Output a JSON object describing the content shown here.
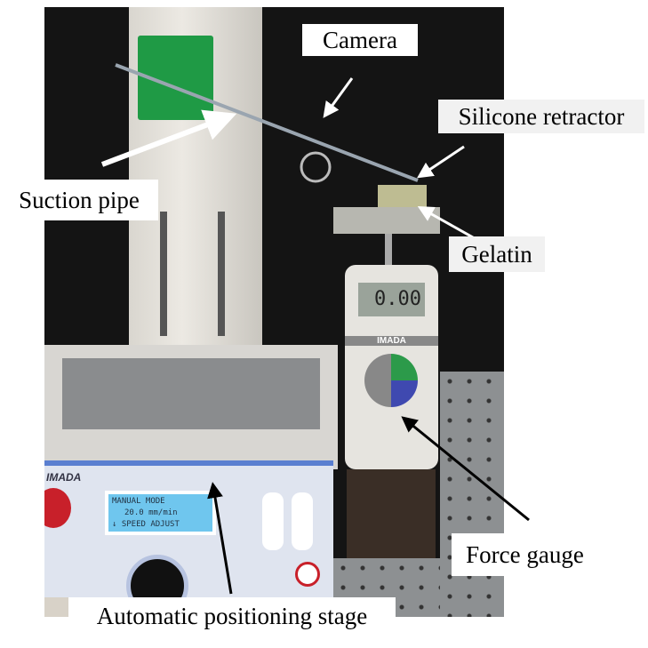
{
  "figure": {
    "labels": {
      "camera": "Camera",
      "silicone_retractor": "Silicone retractor",
      "suction_pipe": "Suction pipe",
      "gelatin": "Gelatin",
      "force_gauge": "Force gauge",
      "automatic_positioning_stage": "Automatic positioning stage"
    },
    "photo_text": {
      "gauge_brand": "IMADA",
      "gauge_display": "0.00",
      "stage_brand": "IMADA",
      "lcd_line1": "MANUAL MODE",
      "lcd_line2": "20.0 mm/min",
      "lcd_line3": "↓ SPEED ADJUST"
    },
    "colors": {
      "white_arrow": "#ffffff",
      "black_arrow": "#000000",
      "green_mount": "#1f9a45",
      "control_panel_blue": "#5a7fd0",
      "lcd": "#6fc6ee"
    }
  }
}
